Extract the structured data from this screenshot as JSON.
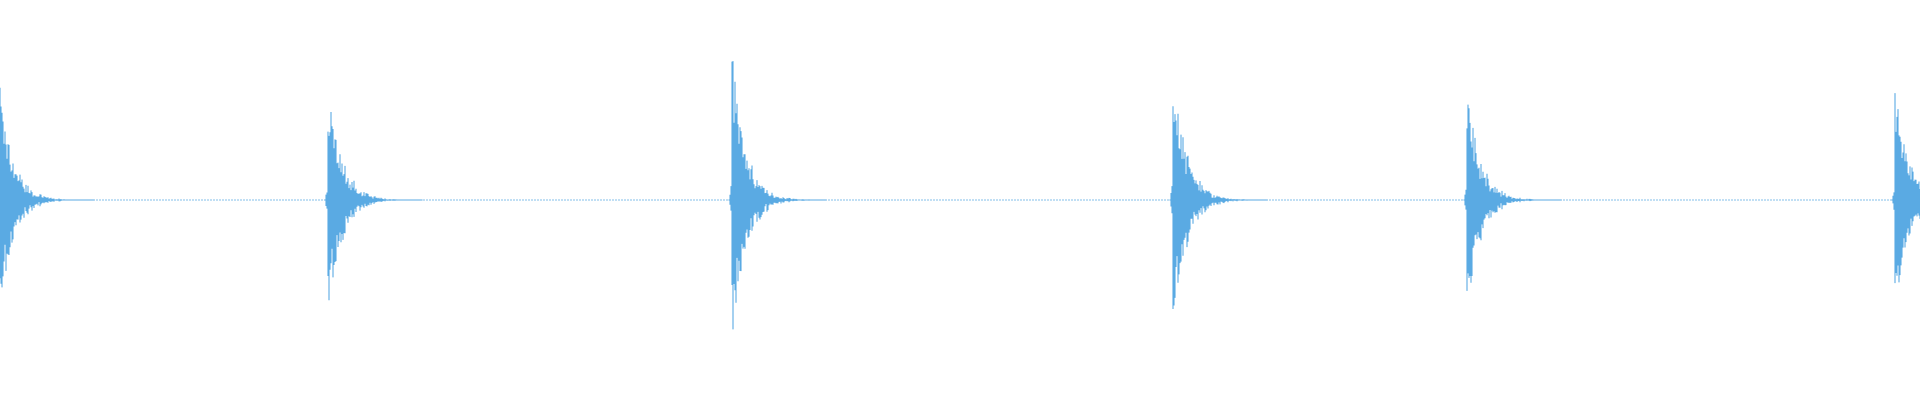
{
  "waveform": {
    "color": "#5aaae3",
    "background": "#ffffff",
    "peaks": [
      {
        "time": 0.0,
        "amp_up": 0.56,
        "amp_down": 0.56,
        "decay": 1.0
      },
      {
        "time": 0.171,
        "amp_up": 0.61,
        "amp_down": 0.61,
        "decay": 1.0
      },
      {
        "time": 0.381,
        "amp_up": 0.75,
        "amp_down": 0.75,
        "decay": 1.0
      },
      {
        "time": 0.611,
        "amp_up": 0.68,
        "amp_down": 0.68,
        "decay": 1.0
      },
      {
        "time": 0.764,
        "amp_up": 0.57,
        "amp_down": 0.57,
        "decay": 1.0
      },
      {
        "time": 0.987,
        "amp_up": 0.57,
        "amp_down": 0.57,
        "decay": 1.0
      }
    ]
  }
}
